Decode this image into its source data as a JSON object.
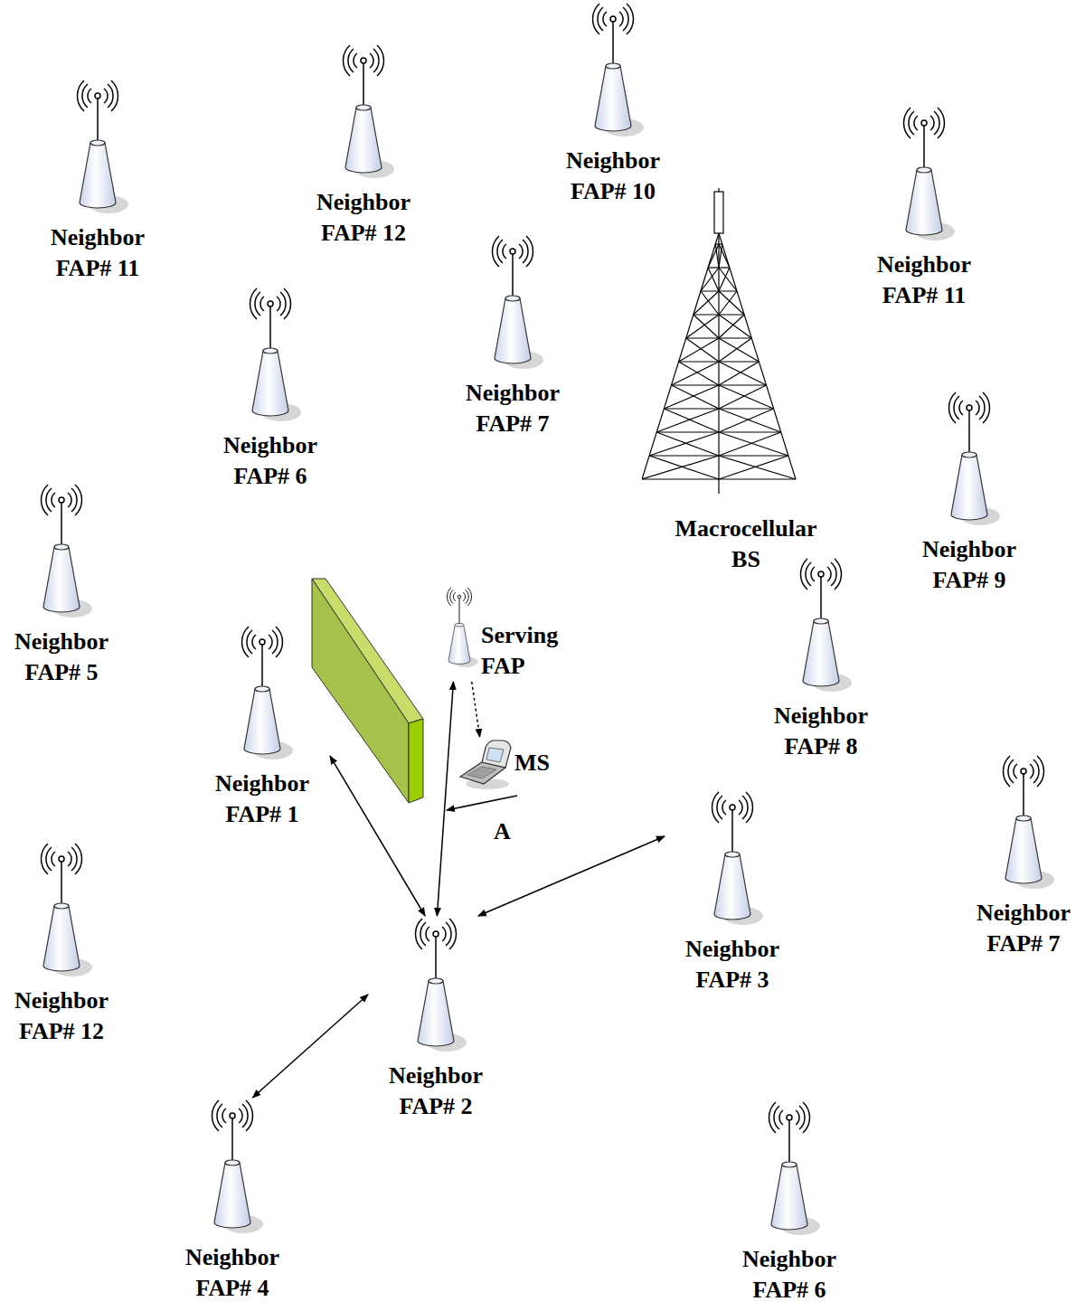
{
  "diagram": {
    "nodes": [
      {
        "text": [
          "Neighbor FAP# 10"
        ]
      },
      {
        "text": [
          "Neighbor FAP# 12"
        ]
      },
      {
        "text": [
          "Neighbor FAP# 11"
        ]
      },
      {
        "text": [
          "Neighbor FAP# 11"
        ]
      },
      {
        "text": [
          "Neighbor FAP# 7"
        ]
      },
      {
        "text": [
          "Neighbor FAP# 6"
        ]
      },
      {
        "text": [
          "Macrocellular BS"
        ]
      },
      {
        "text": [
          "Neighbor FAP# 9"
        ]
      },
      {
        "text": [
          "Neighbor FAP# 5"
        ]
      },
      {
        "text": [
          "Serving FAP"
        ]
      },
      {
        "text": [
          "Neighbor FAP# 1"
        ]
      },
      {
        "text": [
          "Neighbor FAP# 8"
        ]
      },
      {
        "text": [
          "MS"
        ]
      },
      {
        "text": [
          "Neighbor FAP# 7"
        ]
      },
      {
        "text": [
          "Neighbor FAP# 3"
        ]
      },
      {
        "text": [
          "Neighbor FAP# 12"
        ]
      },
      {
        "text": [
          "Neighbor FAP# 2"
        ]
      },
      {
        "text": [
          "Neighbor FAP# 4"
        ]
      },
      {
        "text": [
          "Neighbor FAP# 6"
        ]
      }
    ],
    "edges": [
      {
        "from": 10,
        "to": 16,
        "arrow": "both"
      },
      {
        "from": 16,
        "to": 9,
        "arrow": "both"
      },
      {
        "from": 9,
        "to": 12,
        "arrow": "to"
      },
      {
        "from": 16,
        "to": 14,
        "arrow": "both"
      },
      {
        "from": 16,
        "to": 17,
        "arrow": "both"
      }
    ],
    "labels": [
      "A"
    ]
  }
}
